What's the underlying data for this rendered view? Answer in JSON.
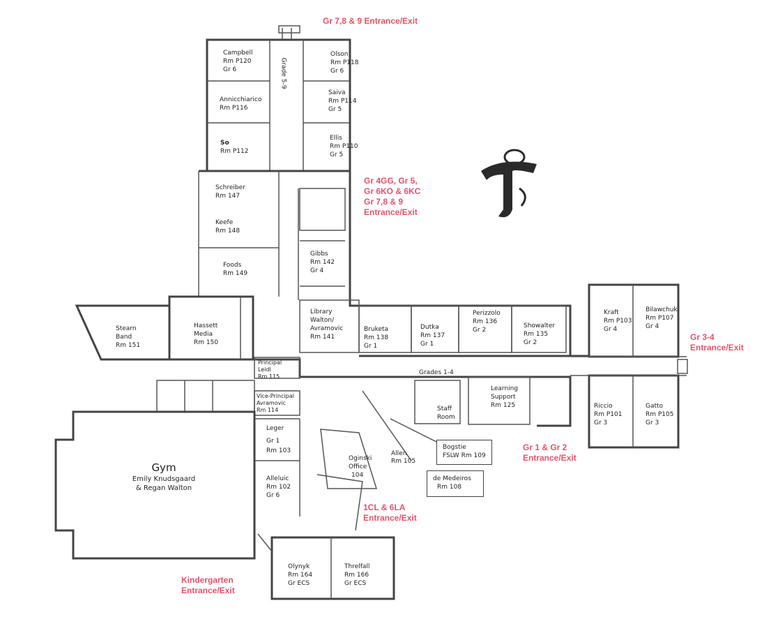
{
  "map": {
    "rooms": {
      "campbell": {
        "name": "Campbell",
        "room": "Rm P120",
        "grade": "Gr 6"
      },
      "olson": {
        "name": "Olson",
        "room": "Rm P118",
        "grade": "Gr 6"
      },
      "annicchiarico": {
        "name": "Annicchiarico",
        "room": "Rm P116"
      },
      "saiva": {
        "name": "Saiva",
        "room": "Rm P114",
        "grade": "Gr 5"
      },
      "so": {
        "name": "So",
        "room": "Rm P112"
      },
      "ellis": {
        "name": "Ellis",
        "room": "Rm P110",
        "grade": "Gr 5"
      },
      "schreiber": {
        "name": "Schreiber",
        "room": "Rm 147"
      },
      "keefe": {
        "name": "Keefe",
        "room": "Rm 148"
      },
      "foods": {
        "name": "Foods",
        "room": "Rm 149"
      },
      "gibbs": {
        "name": "Gibbs",
        "room": "Rm 142",
        "grade": "Gr 4"
      },
      "stearn": {
        "name": "Stearn",
        "line2": "Band",
        "room": "Rm 151"
      },
      "hassett": {
        "name": "Hassett",
        "line2": "Media",
        "room": "Rm 150"
      },
      "library": {
        "name": "Library",
        "line2": "Walton/",
        "line3": "Avramovic",
        "room": "Rm 141"
      },
      "bruketa": {
        "name": "Bruketa",
        "room": "Rm 138",
        "grade": "Gr 1"
      },
      "dutka": {
        "name": "Dutka",
        "room": "Rm 137",
        "grade": "Gr 1"
      },
      "perizzolo": {
        "name": "Perizzolo",
        "room": "Rm 136",
        "grade": "Gr 2"
      },
      "showalter": {
        "name": "Showalter",
        "room": "Rm 135",
        "grade": "Gr 2"
      },
      "kraft": {
        "name": "Kraft",
        "room": "Rm P103",
        "grade": "Gr 4"
      },
      "bilawchuk": {
        "name": "Bilawchuk",
        "room": "Rm P107",
        "grade": "Gr 4"
      },
      "riccio": {
        "name": "Riccio",
        "room": "Rm P101",
        "grade": "Gr 3"
      },
      "gatto": {
        "name": "Gatto",
        "room": "Rm P105",
        "grade": "Gr 3"
      },
      "principal": {
        "line1": "Principal",
        "line2": "Leidl",
        "room": "Rm 115"
      },
      "vice_principal": {
        "line1": "Vice-Principal",
        "line2": "Avramovic",
        "room": "Rm 114"
      },
      "leger": {
        "name": "Leger",
        "line2": "Gr 1",
        "room": "Rm 103"
      },
      "alleluic": {
        "name": "Alleluic",
        "room": "Rm 102",
        "grade": "Gr 6"
      },
      "oginski": {
        "name": "Oginski",
        "line2": "Office",
        "room": "104"
      },
      "allen": {
        "name": "Allen",
        "room": "Rm 105"
      },
      "bogstie": {
        "name": "Bogstie",
        "line2": "FSLW Rm 109"
      },
      "de_medeiros": {
        "name": "de Medeiros",
        "room": "Rm 108"
      },
      "staff_room": {
        "line1": "Staff",
        "line2": "Room"
      },
      "learning_support": {
        "line1": "Learning",
        "line2": "Support",
        "room": "Rm 125"
      },
      "olynyk": {
        "name": "Olynyk",
        "room": "Rm 164",
        "grade": "Gr ECS"
      },
      "threlfall": {
        "name": "Threlfall",
        "room": "Rm 166",
        "grade": "Gr ECS"
      }
    },
    "gym": {
      "title": "Gym",
      "line1": "Emily Knudsgaard",
      "line2": "& Regan Walton"
    },
    "corridors": {
      "grade_59": "Grade 5-9",
      "grades_14": "Grades 1-4"
    },
    "entrances": {
      "top": {
        "line1": "Gr 7,8 & 9 Entrance/Exit"
      },
      "middle": {
        "line1": "Gr 4GG, Gr 5,",
        "line2": "Gr 6KO & 6KC",
        "line3": "Gr 7,8 & 9",
        "line4": "Entrance/Exit"
      },
      "right": {
        "line1": "Gr 3-4",
        "line2": "Entrance/Exit"
      },
      "gr12": {
        "line1": "Gr 1 & Gr 2",
        "line2": "Entrance/Exit"
      },
      "cl": {
        "line1": "1CL & 6LA",
        "line2": "Entrance/Exit"
      },
      "kinder": {
        "line1": "Kindergarten",
        "line2": "Entrance/Exit"
      }
    },
    "logo": {
      "letter": "T",
      "icon": "school-logo-icon"
    },
    "colors": {
      "entrance": "#e8506a",
      "walls": "#444444"
    }
  }
}
